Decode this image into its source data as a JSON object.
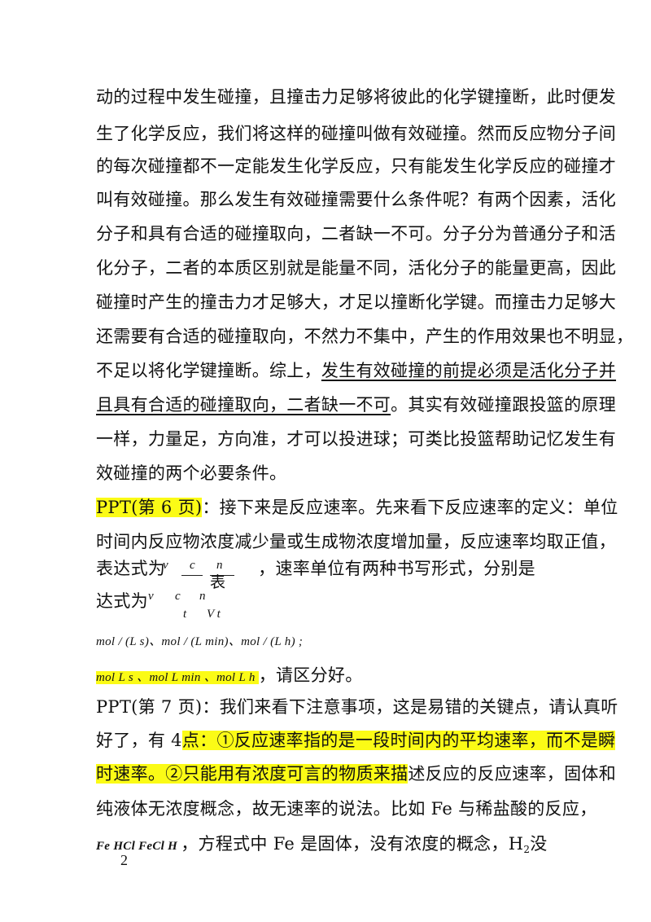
{
  "lines": {
    "l1": "动的过程中发生碰撞，且撞击力足够将彼此的化学键撞断，此时便发",
    "l2": "生了化学反应，我们将这样的碰撞叫做有效碰撞。然而反应物分子间",
    "l3": "的每次碰撞都不一定能发生化学反应，只有能发生化学反应的碰撞才",
    "l4": "叫有效碰撞。那么发生有效碰撞需要什么条件呢？有两个因素，活化",
    "l5": "分子和具有合适的碰撞取向，二者缺一不可。分子分为普通分子和活",
    "l6": "化分子，二者的本质区别就是能量不同，活化分子的能量更高，因此",
    "l7": "碰撞时产生的撞击力才足够大，才足以撞断化学键。而撞击力足够大",
    "l8": "还需要有合适的碰撞取向，不然力不集中，产生的作用效果也不明显，",
    "l9a": "不足以将化学键撞断。综上，",
    "l9b": "发生有效碰撞的前提必须是活化分子并",
    "l10a": "且具有合适的碰撞取向，二者缺一不可",
    "l10b": "。其实有效碰撞跟投篮的原理",
    "l11": "一样，力量足，方向准，才可以投进球；可类比投篮帮助记忆发生有",
    "l12": "效碰撞的两个必要条件。",
    "l13a": "PPT(第 6 页)",
    "l13b": "：接下来是反应速率。先来看下反应速率的定义：单位",
    "l14": "时间内反应物浓度减少量或生成物浓度增加量，反应速率均取正值，",
    "l15a": "表达式为",
    "l15b": "，速率单位有两种书写形式，分别是",
    "l16a": "达式为",
    "l17": "mol / (L s)、mol / (L min)、mol / (L h) ;",
    "l18a": "mol L  s  、mol L  min  、mol L  h  ",
    "l18b": "，请区分好。",
    "l19": "PPT(第 7 页)：我们来看下注意事项，这是易错的关键点，请认真听",
    "l20a": "好了，有 4",
    "l20b": "点：①反应速率指的是一段时间内的平均速率，而不是瞬",
    "l21a": "时速率。②只能用有浓度可言的物质来描",
    "l21b": "述反应的反应速率，固体和",
    "l22": "纯液体无浓度概念，故无速率的说法。比如 Fe 与稀盐酸的反应，",
    "l23a": "Fe   HCl   FeCl   H  ",
    "l23b": "，方程式中 Fe 是固体，没有浓度的概念，H",
    "l23c": "2",
    "l23d": "没",
    "page_no": "2"
  },
  "formula": {
    "v": "v",
    "dc": "c",
    "n": "n",
    "biao": "表",
    "dt": "t",
    "Vdt": "V t"
  },
  "colors": {
    "highlight": "#fbfb16"
  }
}
